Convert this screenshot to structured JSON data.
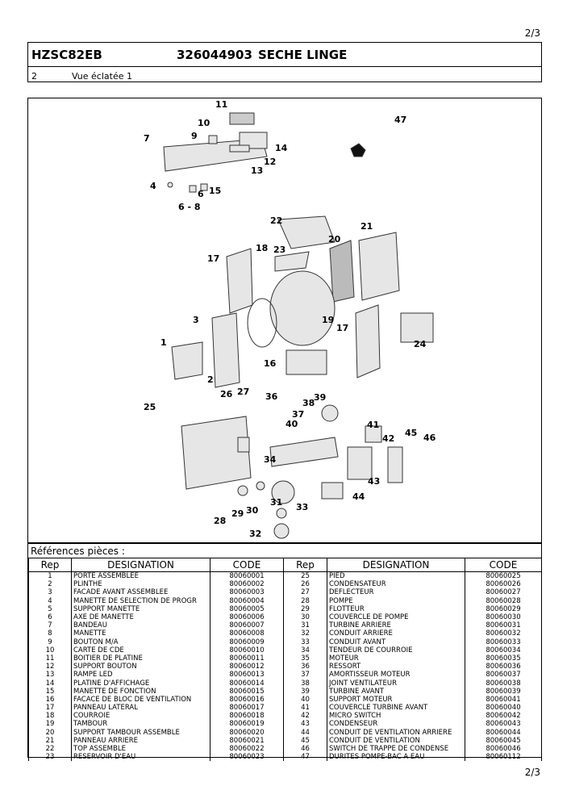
{
  "page": {
    "number_top": "2/3",
    "number_bottom": "2/3"
  },
  "header": {
    "model": "HZSC82EB",
    "code": "326044903",
    "product": "SECHE LINGE",
    "section_number": "2",
    "section_title": "Vue éclatée 1"
  },
  "diagram": {
    "callouts": [
      "11",
      "10",
      "7",
      "9",
      "14",
      "12",
      "13",
      "4",
      "15",
      "6",
      "6 - 8",
      "47",
      "22",
      "21",
      "20",
      "17",
      "18",
      "23",
      "3",
      "1",
      "19",
      "17",
      "24",
      "16",
      "2",
      "26",
      "27",
      "36",
      "38",
      "39",
      "25",
      "37",
      "40",
      "41",
      "42",
      "45",
      "46",
      "34",
      "43",
      "44",
      "31",
      "33",
      "30",
      "29",
      "28",
      "32"
    ]
  },
  "references": {
    "label": "Références pièces  :",
    "headers": [
      "Rep",
      "DESIGNATION",
      "CODE",
      "Rep",
      "DESIGNATION",
      "CODE"
    ],
    "rows": [
      [
        "1",
        "PORTE ASSEMBLEE",
        "80060001",
        "25",
        "PIED",
        "80060025"
      ],
      [
        "2",
        "PLINTHE",
        "80060002",
        "26",
        "CONDENSATEUR",
        "80060026"
      ],
      [
        "3",
        "FACADE AVANT ASSEMBLEE",
        "80060003",
        "27",
        "DEFLECTEUR",
        "80060027"
      ],
      [
        "4",
        "MANETTE DE SELECTION DE PROGR",
        "80060004",
        "28",
        "POMPE",
        "80060028"
      ],
      [
        "5",
        "SUPPORT MANETTE",
        "80060005",
        "29",
        "FLOTTEUR",
        "80060029"
      ],
      [
        "6",
        "AXE DE MANETTE",
        "80060006",
        "30",
        "COUVERCLE DE POMPE",
        "80060030"
      ],
      [
        "7",
        "BANDEAU",
        "80060007",
        "31",
        "TURBINE ARRIERE",
        "80060031"
      ],
      [
        "8",
        "MANETTE",
        "80060008",
        "32",
        "CONDUIT ARRIERE",
        "80060032"
      ],
      [
        "9",
        "BOUTON M/A",
        "80060009",
        "33",
        "CONDUIT AVANT",
        "80060033"
      ],
      [
        "10",
        "CARTE DE CDE",
        "80060010",
        "34",
        "TENDEUR DE COURROIE",
        "80060034"
      ],
      [
        "11",
        "BOITIER DE PLATINE",
        "80060011",
        "35",
        "MOTEUR",
        "80060035"
      ],
      [
        "12",
        "SUPPORT BOUTON",
        "80060012",
        "36",
        "RESSORT",
        "80060036"
      ],
      [
        "13",
        "RAMPE LED",
        "80060013",
        "37",
        "AMORTISSEUR MOTEUR",
        "80060037"
      ],
      [
        "14",
        "PLATINE D'AFFICHAGE",
        "80060014",
        "38",
        "JOINT VENTILATEUR",
        "80060038"
      ],
      [
        "15",
        "MANETTE DE FONCTION",
        "80060015",
        "39",
        "TURBINE AVANT",
        "80060039"
      ],
      [
        "16",
        "FACACE DE BLOC DE VENTILATION",
        "80060016",
        "40",
        "SUPPORT MOTEUR",
        "80060041"
      ],
      [
        "17",
        "PANNEAU LATERAL",
        "80060017",
        "41",
        "COUVERCLE TURBINE AVANT",
        "80060040"
      ],
      [
        "18",
        "COURROIE",
        "80060018",
        "42",
        "MICRO SWITCH",
        "80060042"
      ],
      [
        "19",
        "TAMBOUR",
        "80060019",
        "43",
        "CONDENSEUR",
        "80060043"
      ],
      [
        "20",
        "SUPPORT TAMBOUR ASSEMBLE",
        "80060020",
        "44",
        "CONDUIT DE VENTILATION ARRIERE",
        "80060044"
      ],
      [
        "21",
        "PANNEAU ARRIERE",
        "80060021",
        "45",
        "CONDUIT DE VENTILATION",
        "80060045"
      ],
      [
        "22",
        "TOP ASSEMBLE",
        "80060022",
        "46",
        "SWITCH DE TRAPPE DE CONDENSE",
        "80060046"
      ],
      [
        "23",
        "RESERVOIR D'EAU",
        "80060023",
        "47",
        "DURITES POMPE-BAC A EAU",
        "80060112"
      ]
    ]
  }
}
